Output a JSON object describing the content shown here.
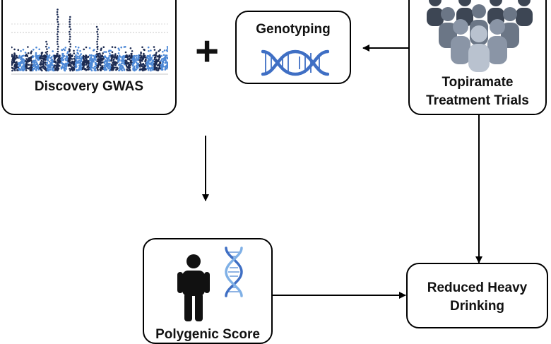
{
  "nodes": {
    "discovery_gwas": {
      "label": "Discovery GWAS"
    },
    "genotyping": {
      "label": "Genotyping"
    },
    "treatment_trials": {
      "label_line1": "Topiramate",
      "label_line2": "Treatment Trials"
    },
    "polygenic": {
      "label": "Polygenic Score"
    },
    "outcome": {
      "label_line1": "Reduced Heavy",
      "label_line2": "Drinking"
    }
  },
  "plus_sign": "+",
  "icons": {
    "manhattan_plot": "manhattan-plot-icon",
    "dna_horizontal": "dna-helix-icon",
    "crowd": "crowd-people-icon",
    "person": "person-icon",
    "dna_vertical": "dna-helix-vertical-icon"
  },
  "colors": {
    "border": "#000000",
    "text": "#111111",
    "dna_blue": "#3f6fc4",
    "dna_light": "#8fb3e3",
    "people_dark": "#3d4654",
    "people_mid": "#6b7686",
    "people_light": "#b9c2cf",
    "plot_dark": "#1c2b52",
    "plot_light": "#4d88d6"
  }
}
